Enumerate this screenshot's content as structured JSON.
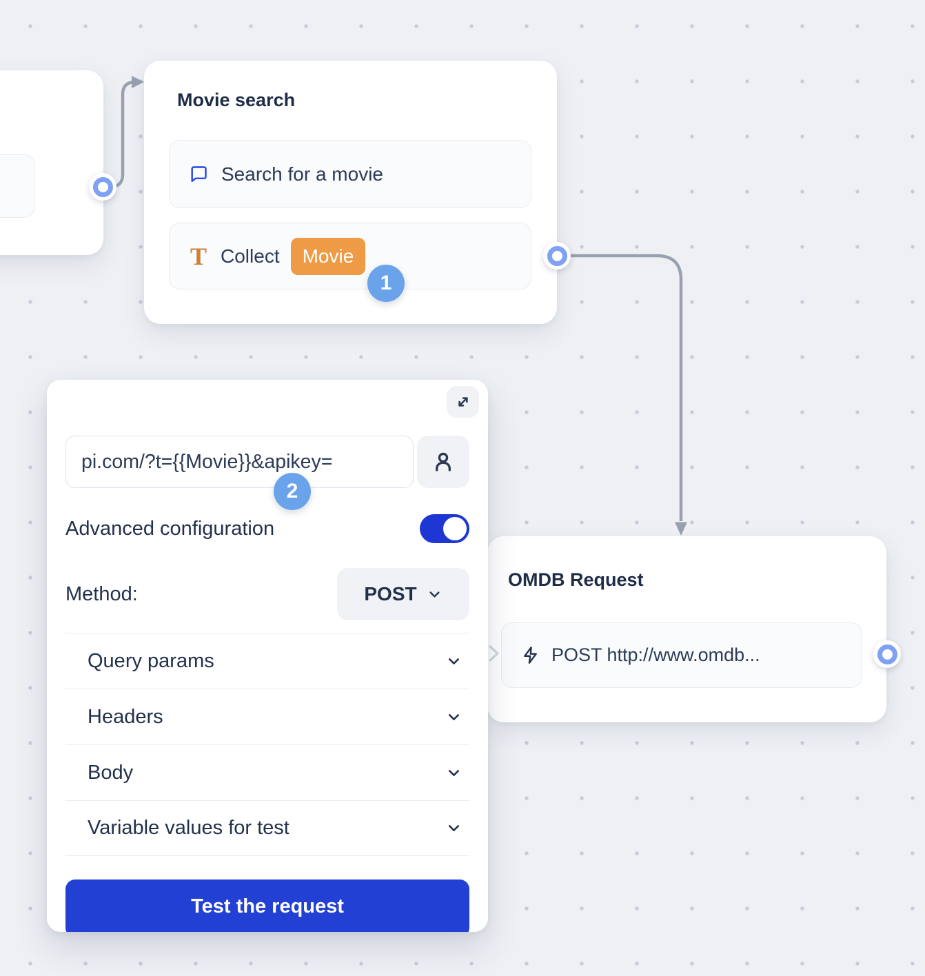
{
  "canvas": {
    "background": "#eef0f4",
    "dot_color": "#c6ccd9",
    "connector_color": "#99a1b0",
    "port_ring_color": "#7ea1f4",
    "step_badge_color": "#6ba3eb",
    "accent_blue": "#1d36d4",
    "chip_orange": "#ef9a44"
  },
  "nodes": {
    "movie_search": {
      "title": "Movie search",
      "items": [
        {
          "icon": "chat-bubble-icon",
          "label": "Search for a movie"
        },
        {
          "icon": "text-variable-icon",
          "label": "Collect",
          "chip": "Movie"
        }
      ],
      "step_badge": "1"
    },
    "omdb_request": {
      "title": "OMDB Request",
      "items": [
        {
          "icon": "lightning-icon",
          "label": "POST http://www.omdb..."
        }
      ]
    }
  },
  "editor_panel": {
    "step_badge": "2",
    "url_input": {
      "value": "pi.com/?t={{Movie}}&apikey="
    },
    "advanced_configuration_label": "Advanced configuration",
    "advanced_configuration_enabled": true,
    "method_label": "Method:",
    "method_value": "POST",
    "sections": [
      "Query params",
      "Headers",
      "Body",
      "Variable values for test"
    ],
    "test_button_label": "Test the request"
  }
}
